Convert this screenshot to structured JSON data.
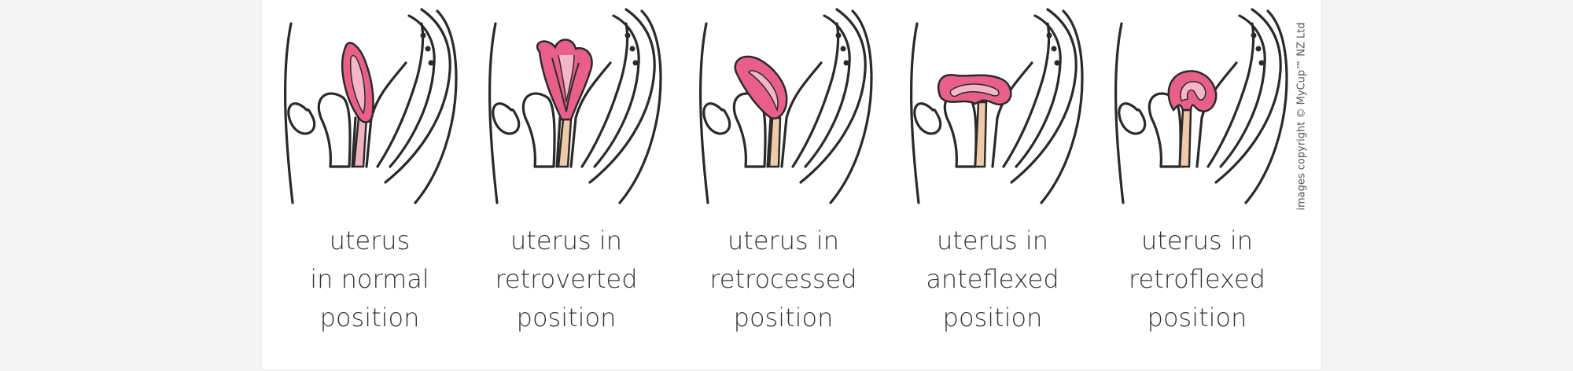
{
  "figures": [
    {
      "id": "normal",
      "caption_lines": [
        "uterus",
        "in normal",
        "position"
      ]
    },
    {
      "id": "retroverted",
      "caption_lines": [
        "uterus in",
        "retroverted",
        "position"
      ]
    },
    {
      "id": "retrocessed",
      "caption_lines": [
        "uterus in",
        "retrocessed",
        "position"
      ]
    },
    {
      "id": "anteflexed",
      "caption_lines": [
        "uterus in",
        "anteflexed",
        "position"
      ]
    },
    {
      "id": "retroflexed",
      "caption_lines": [
        "uterus in",
        "retroflexed",
        "position"
      ]
    }
  ],
  "copyright": "images copyright © MyCup™ NZ Ltd",
  "colors": {
    "uterus": "#e8608a",
    "uterus_inner": "#f5b7c6",
    "vagina_normal": "#f2b3c0",
    "vagina": "#f0c9a8",
    "outline": "#2a2a2a",
    "text": "#333333"
  }
}
